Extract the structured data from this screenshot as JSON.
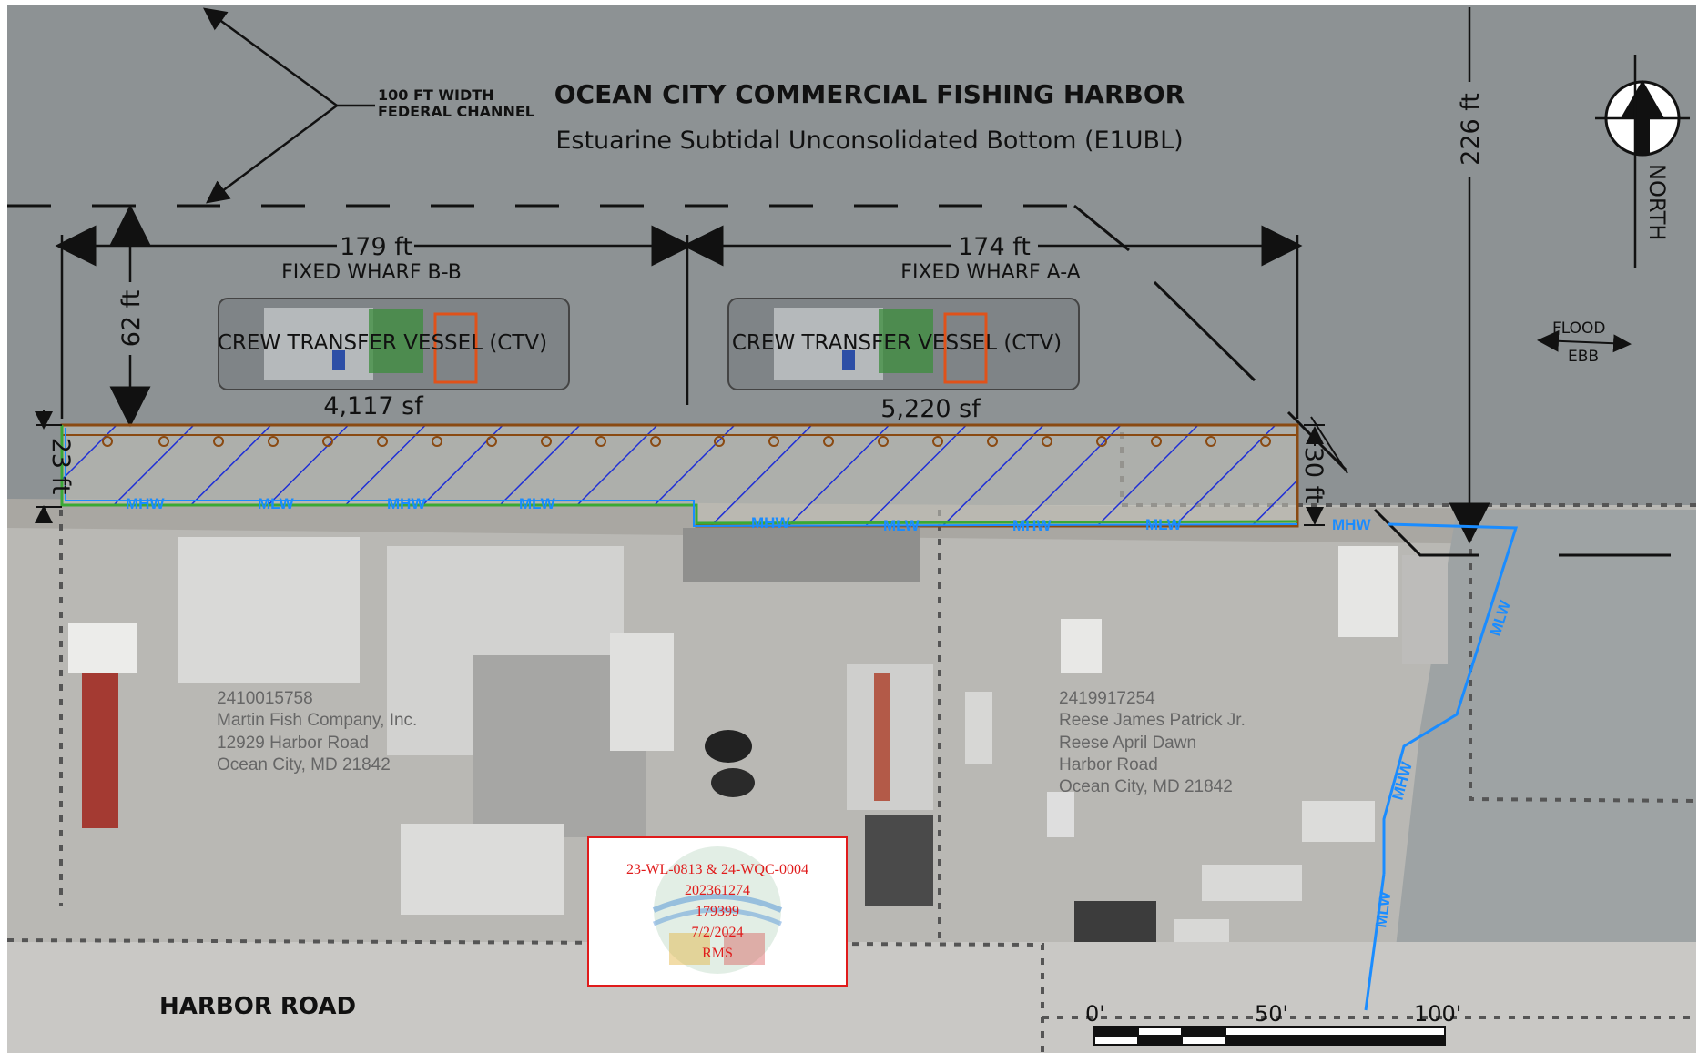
{
  "title": "OCEAN CITY COMMERCIAL FISHING HARBOR",
  "subtitle": "Estuarine Subtidal Unconsolidated Bottom (E1UBL)",
  "channel_label": [
    "100 FT WIDTH",
    "FEDERAL CHANNEL"
  ],
  "dimensions": {
    "wharf_b_length": "179 ft",
    "wharf_a_length": "174 ft",
    "offset_62": "62 ft",
    "depth_23": "23 ft",
    "depth_30": "30 ft",
    "offset_226": "226 ft"
  },
  "wharfs": [
    {
      "name": "FIXED WHARF B-B",
      "vessel": "CREW TRANSFER VESSEL (CTV)",
      "area": "4,117 sf"
    },
    {
      "name": "FIXED WHARF A-A",
      "vessel": "CREW TRANSFER VESSEL (CTV)",
      "area": "5,220 sf"
    }
  ],
  "tide_labels": {
    "mhw": "MHW",
    "mlw": "MLW"
  },
  "parcels": [
    {
      "lines": [
        "2410015758",
        "Martin Fish Company, Inc.",
        "12929 Harbor Road",
        "Ocean City, MD 21842"
      ]
    },
    {
      "lines": [
        "2419917254",
        "Reese James Patrick Jr.",
        "Reese April Dawn",
        "Harbor Road",
        "Ocean City, MD 21842"
      ]
    }
  ],
  "road_label": "HARBOR ROAD",
  "stamp": {
    "lines": [
      "23-WL-0813 & 24-WQC-0004",
      "202361274",
      "179399",
      "7/2/2024",
      "RMS"
    ]
  },
  "scale_bar": {
    "labels": [
      "0'",
      "50'",
      "100'"
    ]
  },
  "north_label": "NORTH",
  "current": {
    "flood": "FLOOD",
    "ebb": "EBB"
  },
  "colors": {
    "water": "#8d9294",
    "land": "#b9b8b4",
    "hatch": "#1f2fd6",
    "wharf_outline": "#8a4a12",
    "mhw_line": "#3aa935",
    "mlw_line": "#1a8cff",
    "stamp_red": "#e01b1b"
  }
}
